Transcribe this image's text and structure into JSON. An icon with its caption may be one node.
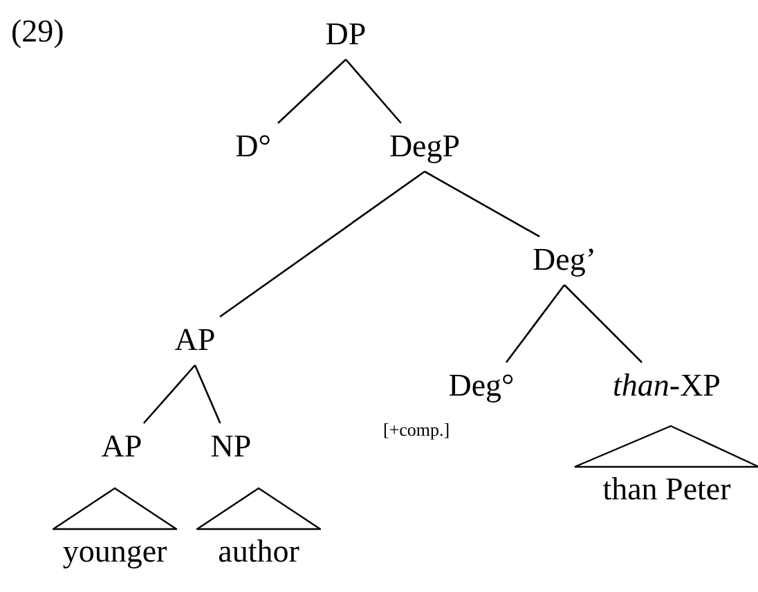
{
  "diagram": {
    "nodes": [
      {
        "text": [
          "DP"
        ]
      },
      {
        "text": [
          "D°"
        ]
      },
      {
        "text": [
          "DegP"
        ]
      },
      {
        "text": [
          "AP"
        ]
      },
      {
        "text": [
          "Deg’"
        ]
      },
      {
        "text": [
          "AP"
        ]
      },
      {
        "text": [
          "NP"
        ]
      },
      {
        "text": [
          "Deg°"
        ],
        "beside": [
          "[+comp.]"
        ]
      },
      {
        "text": [
          "*than*-XP"
        ]
      },
      {
        "text": [
          "younger"
        ]
      },
      {
        "text": [
          "author"
        ]
      },
      {
        "text": [
          "than Peter"
        ]
      }
    ],
    "edges": [
      {
        "from": 0,
        "to": 1,
        "arrow": "none"
      },
      {
        "from": 0,
        "to": 2,
        "arrow": "none"
      },
      {
        "from": 2,
        "to": 3,
        "arrow": "none"
      },
      {
        "from": 2,
        "to": 4,
        "arrow": "none"
      },
      {
        "from": 3,
        "to": 5,
        "arrow": "none"
      },
      {
        "from": 3,
        "to": 6,
        "arrow": "none"
      },
      {
        "from": 4,
        "to": 7,
        "arrow": "none"
      },
      {
        "from": 4,
        "to": 8,
        "arrow": "none"
      }
    ],
    "labels": [
      "(29)"
    ]
  }
}
